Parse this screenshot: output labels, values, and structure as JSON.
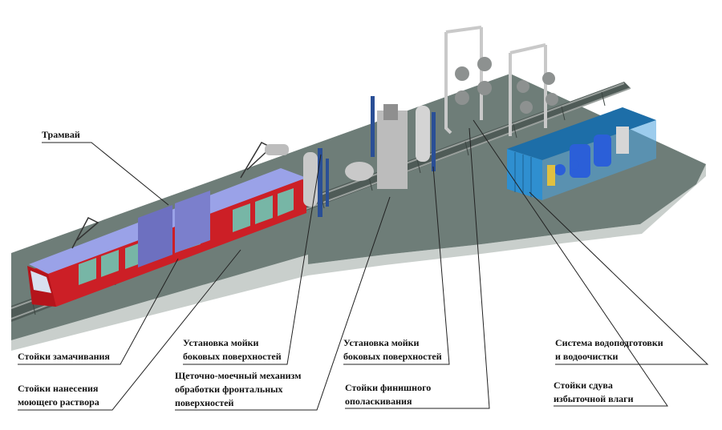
{
  "labels": {
    "tram": "Трамвай",
    "wetting_posts": "Стойки замачивания",
    "detergent_posts": [
      "Стойки нанесения",
      "моющего раствора"
    ],
    "side_wash_1": [
      "Установка мойки",
      "боковых поверхностей"
    ],
    "brush_front": [
      "Щеточно-моечный механизм",
      "обработки фронтальных",
      "поверхностей"
    ],
    "side_wash_2": [
      "Установка мойки",
      "боковых поверхностей"
    ],
    "final_rinse": [
      "Стойки финишного",
      "ополаскивания"
    ],
    "water_system": [
      "Система водоподготовки",
      "и водоочистки"
    ],
    "blow_dry": [
      "Стойки сдува",
      "избыточной влаги"
    ]
  },
  "colors": {
    "ground_top": "#6e7d78",
    "ground_side": "#c9cfcc",
    "rail": "#8a8f8c",
    "tram_red": "#cc1f26",
    "tram_roof": "#9aa2e8",
    "tram_window": "#77b6a6",
    "container": "#2f8fd0",
    "tank": "#2b5fd8",
    "frame": "#c9c9c9",
    "post": "#2a4f96",
    "leader": "#222222"
  }
}
